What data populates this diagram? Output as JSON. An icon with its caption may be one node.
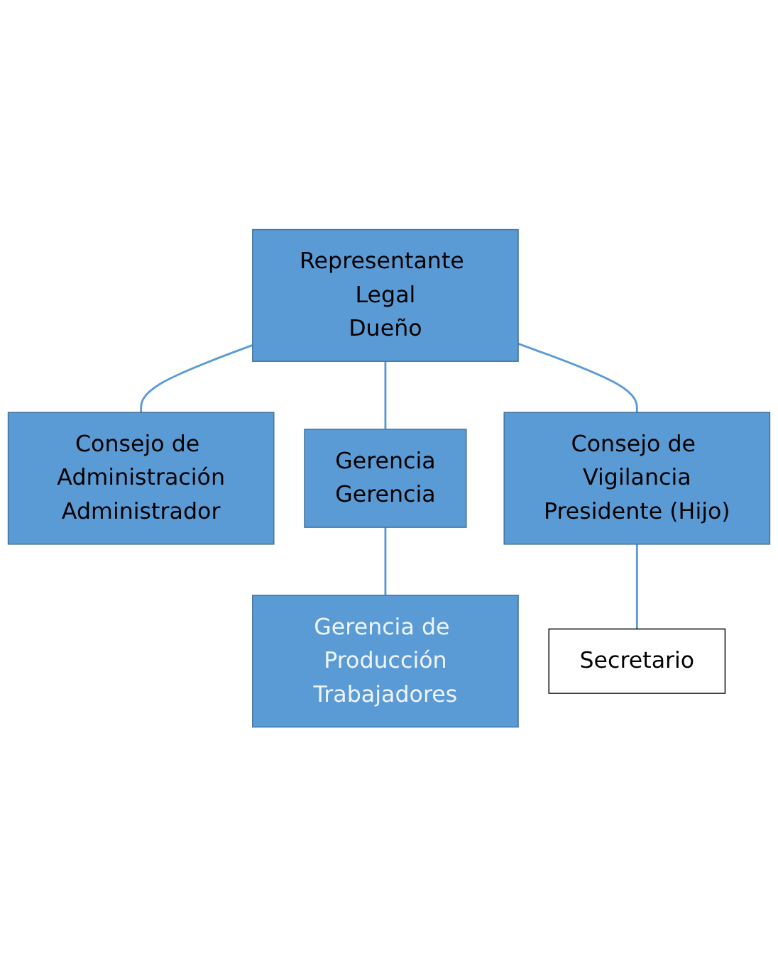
{
  "diagram": {
    "nodes": [
      {
        "text": [
          "Representante Legal",
          "Dueño"
        ]
      },
      {
        "text": [
          "Consejo de Administración",
          "Administrador"
        ]
      },
      {
        "text": [
          "Gerencia",
          "Gerencia"
        ]
      },
      {
        "text": [
          "Consejo de Vigilancia",
          "Presidente (Hijo)"
        ]
      },
      {
        "text": [
          "Gerencia de Producción",
          "Trabajadores"
        ]
      },
      {
        "text": [
          "Secretario"
        ]
      }
    ],
    "edges": [
      {
        "from": 0,
        "to": 1,
        "arrow": "none"
      },
      {
        "from": 0,
        "to": 2,
        "arrow": "none"
      },
      {
        "from": 0,
        "to": 3,
        "arrow": "none"
      },
      {
        "from": 2,
        "to": 4,
        "arrow": "none"
      },
      {
        "from": 3,
        "to": 5,
        "arrow": "none"
      }
    ]
  }
}
